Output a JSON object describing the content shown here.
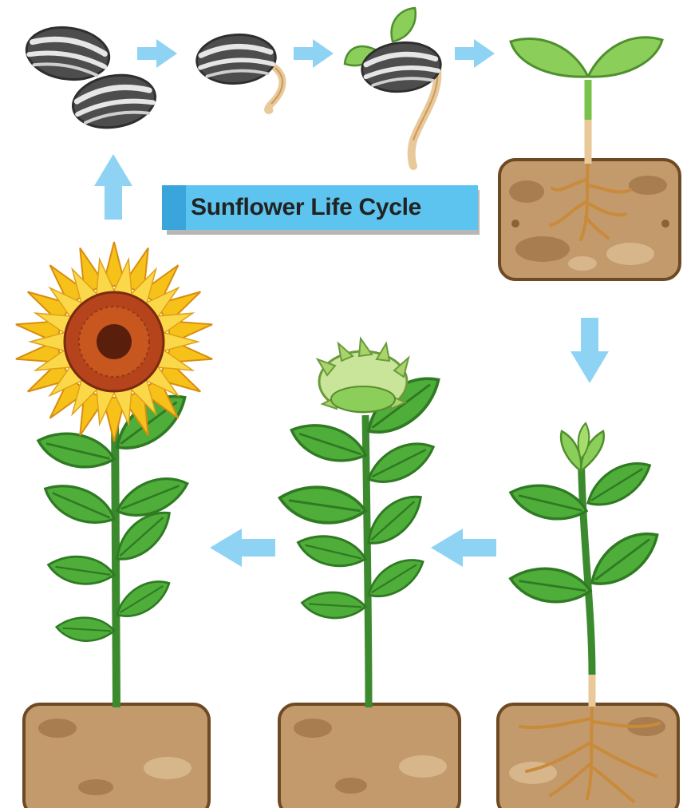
{
  "title": "Sunflower Life Cycle",
  "colors": {
    "arrow": "#8fd3f4",
    "banner": "#5cc4ee",
    "banner_stripe": "#3aa5db",
    "soil": "#c39a6b",
    "leaf": "#4fae3a",
    "stem": "#3c8a2e",
    "petal": "#f6c21a",
    "flower_center": "#b5441c",
    "seed": "#5a5a5a",
    "root": "#c98a3a"
  },
  "stages": [
    "seeds",
    "germinating-seed",
    "sprouting-seed",
    "seedling",
    "young-plant",
    "budding-plant",
    "flowering-sunflower"
  ]
}
